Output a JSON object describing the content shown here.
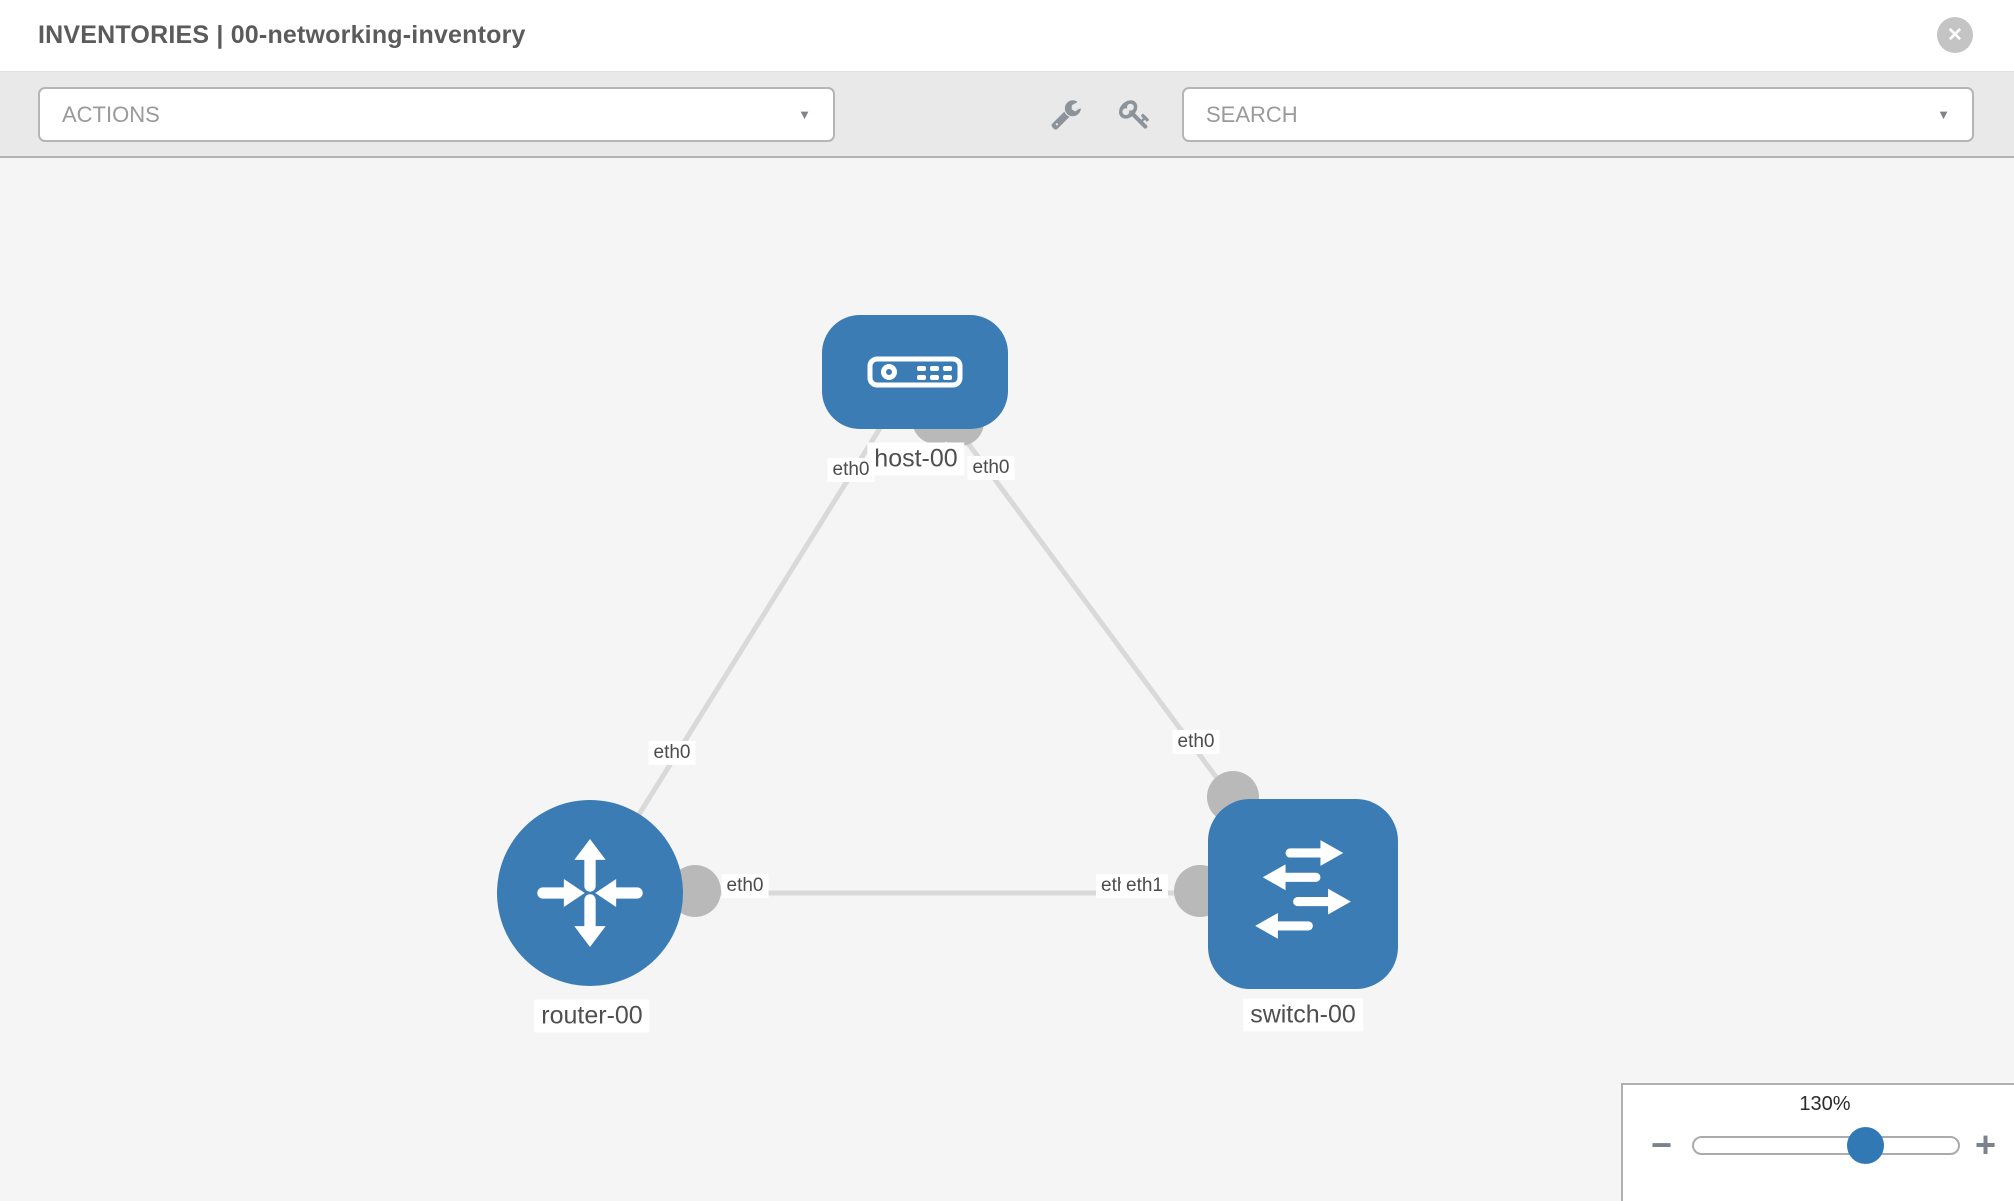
{
  "header": {
    "title": "INVENTORIES | 00-networking-inventory"
  },
  "toolbar": {
    "actions_label": "ACTIONS",
    "search_label": "SEARCH"
  },
  "icons": {
    "close": "✕",
    "caret": "▼",
    "minus": "−",
    "plus": "+"
  },
  "topology": {
    "nodes": [
      {
        "label": "host-00",
        "type": "host"
      },
      {
        "label": "router-00",
        "type": "router"
      },
      {
        "label": "switch-00",
        "type": "switch"
      }
    ],
    "interfaces": {
      "host_left": "eth0",
      "host_right": "eth0",
      "host_router_link": "eth0",
      "host_switch_link": "eth0",
      "router_switch_router_end": "eth0",
      "router_switch_switch_end_under": "eth0",
      "router_switch_switch_end_over": "eth1"
    },
    "colors": {
      "node_blue": "#3b7cb4",
      "link_gray": "#d9d9d9",
      "port_gray": "#b9b9b9"
    }
  },
  "zoom_control": {
    "value": "130%"
  }
}
